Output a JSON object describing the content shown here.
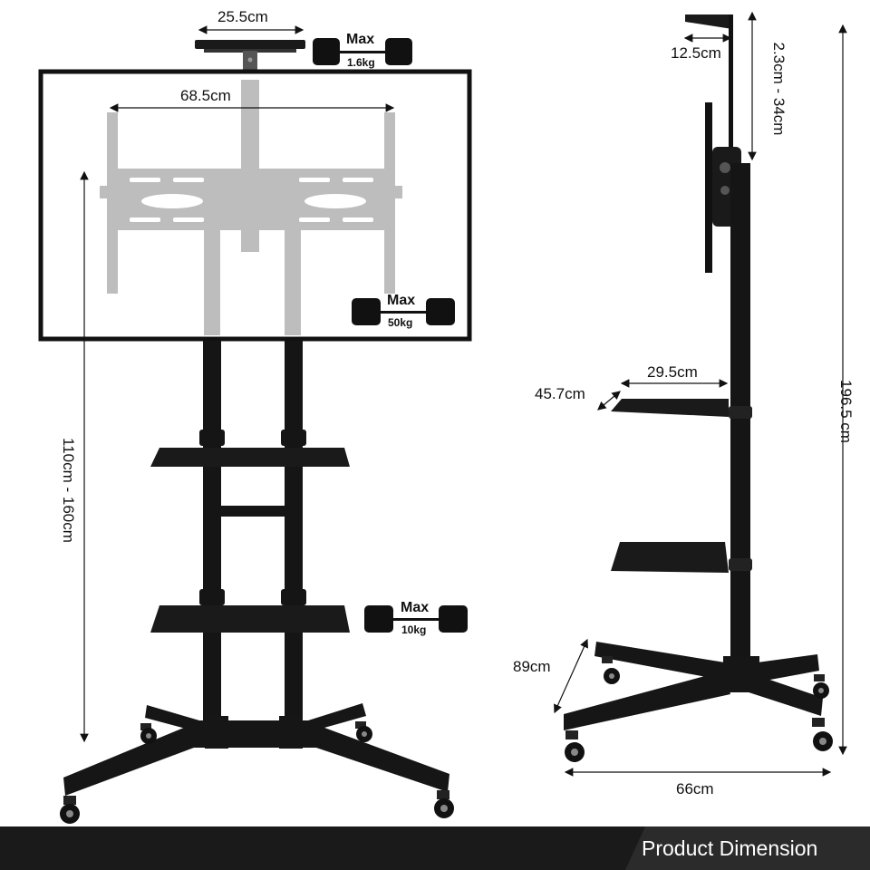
{
  "dimensions": {
    "top_plate_width": "25.5cm",
    "bracket_width": "68.5cm",
    "height_range": "110cm - 160cm",
    "top_plate_depth": "12.5cm",
    "top_plate_height": "2.3cm - 34cm",
    "shelf_width": "29.5cm",
    "shelf_depth": "45.7cm",
    "total_height": "196.5 cm",
    "base_depth": "89cm",
    "base_width": "66cm"
  },
  "weights": {
    "top_plate": {
      "max_label": "Max",
      "value": "1.6kg"
    },
    "tv": {
      "max_label": "Max",
      "value": "50kg"
    },
    "shelf": {
      "max_label": "Max",
      "value": "10kg"
    }
  },
  "footer": {
    "title": "Product Dimension"
  },
  "colors": {
    "stand": "#111111",
    "bracket": "#bdbdbd",
    "footer_bg": "#1a1a1a",
    "footer_text": "#ffffff"
  }
}
